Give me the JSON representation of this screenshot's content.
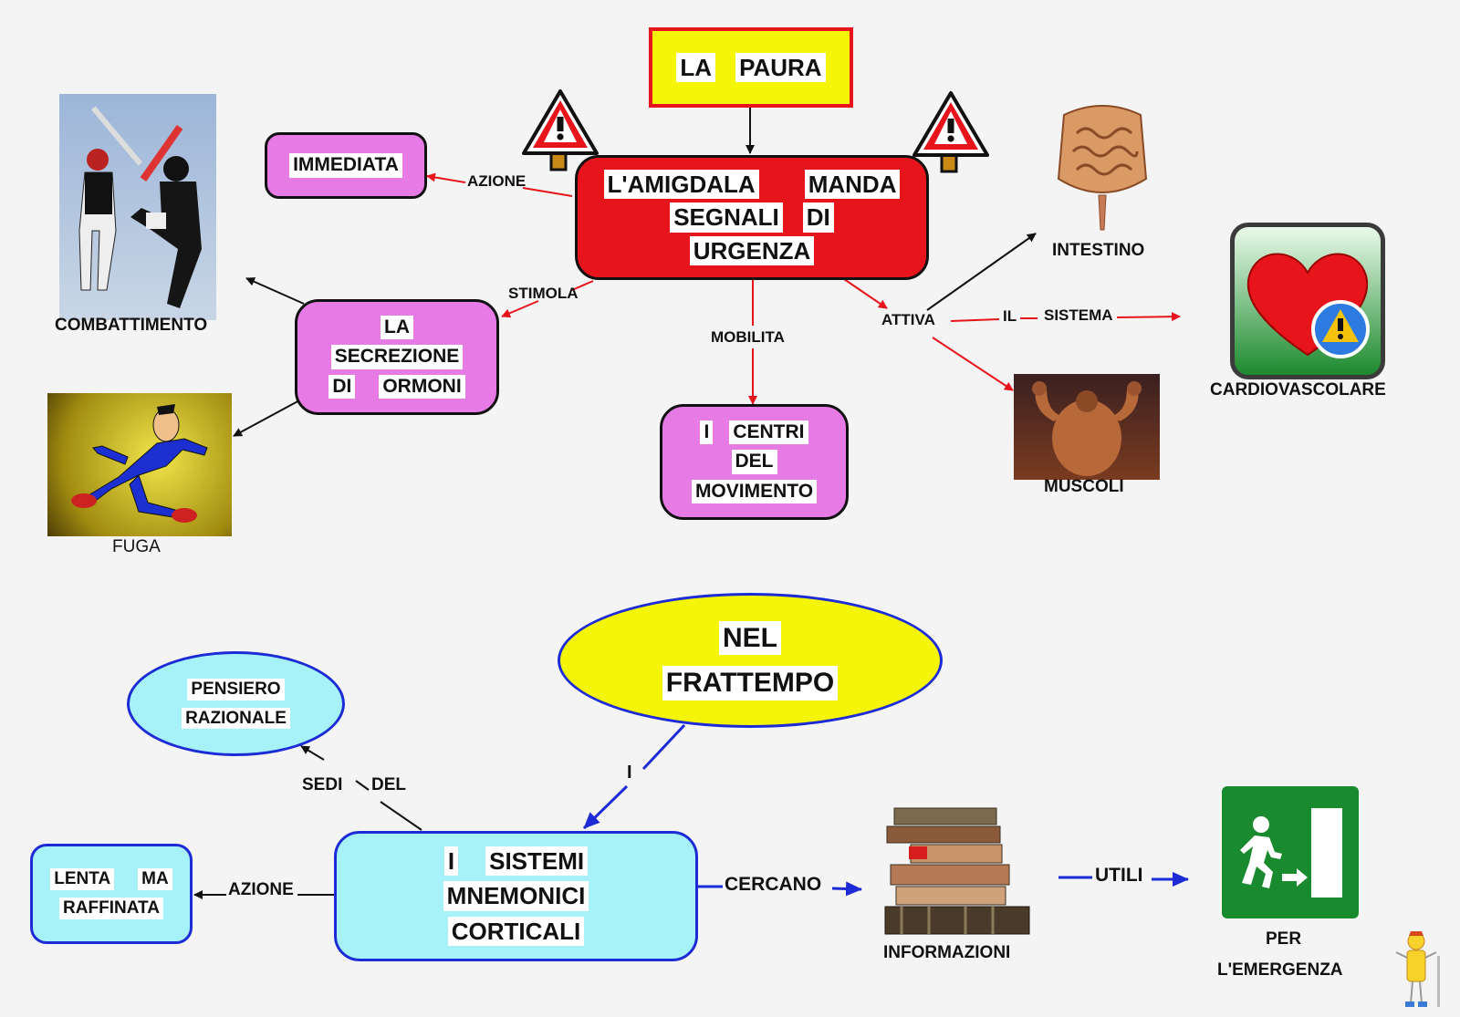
{
  "title": {
    "w1": "LA",
    "w2": "PAURA"
  },
  "amygdala": {
    "l1a": "L'AMIGDALA",
    "l1b": "MANDA",
    "l2a": "SEGNALI",
    "l2b": "DI",
    "l3": "URGENZA"
  },
  "immediata": "IMMEDIATA",
  "secrezione": {
    "l1": "LA",
    "l2": "SECREZIONE",
    "l3a": "DI",
    "l3b": "ORMONI"
  },
  "centri": {
    "l1a": "I",
    "l1b": "CENTRI",
    "l2": "DEL",
    "l3": "MOVIMENTO"
  },
  "links_top": {
    "azione": "AZIONE",
    "stimola": "STIMOLA",
    "mobilita": "MOBILITA",
    "attiva": "ATTIVA",
    "il": "IL",
    "sistema": "SISTEMA"
  },
  "captions": {
    "combattimento": "COMBATTIMENTO",
    "fuga": "FUGA",
    "intestino": "INTESTINO",
    "cardio": "CARDIOVASCOLARE",
    "muscoli": "MUSCOLI",
    "informazioni": "INFORMAZIONI",
    "per": "PER",
    "emergenza": "L'EMERGENZA"
  },
  "nel": {
    "l1": "NEL",
    "l2": "FRATTEMPO"
  },
  "pensiero": {
    "l1": "PENSIERO",
    "l2": "RAZIONALE"
  },
  "sistemi": {
    "l1a": "I",
    "l1b": "SISTEMI",
    "l2": "MNEMONICI",
    "l3": "CORTICALI"
  },
  "lenta": {
    "l1a": "LENTA",
    "l1b": "MA",
    "l2": "RAFFINATA"
  },
  "links_bottom": {
    "i": "I",
    "sedi": "SEDI",
    "del": "DEL",
    "azione": "AZIONE",
    "cercano": "CERCANO",
    "utili": "UTILI"
  },
  "colors": {
    "red": "#e8141b",
    "pink": "#e77be6",
    "yellow": "#f5f50a",
    "cyan": "#a6f2f8",
    "blue": "#1c2bd6",
    "green": "#1a8a2e"
  },
  "icons": [
    "warning-sign-icon",
    "fighting-picture",
    "running-man-picture",
    "intestine-picture",
    "heart-alert-icon",
    "muscles-picture",
    "books-icon",
    "emergency-exit-icon",
    "mascot-icon"
  ]
}
